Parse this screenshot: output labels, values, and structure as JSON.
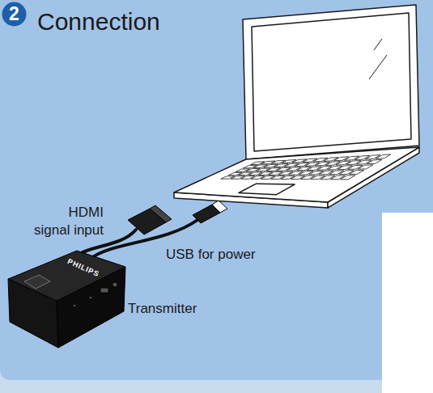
{
  "diagram": {
    "title": "Connection",
    "nodes": [
      {
        "text": [
          "2"
        ]
      }
    ],
    "labels": [
      "HDMI signal input",
      "USB for power",
      "Transmitter",
      "PHILIPS"
    ]
  }
}
